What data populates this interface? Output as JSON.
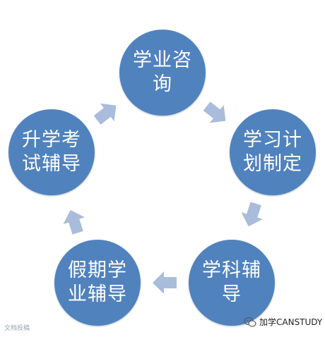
{
  "diagram": {
    "nodes": [
      {
        "id": "consult",
        "label": "学业咨询"
      },
      {
        "id": "plan",
        "label": "学习计划制定"
      },
      {
        "id": "subject",
        "label": "学科辅导"
      },
      {
        "id": "holiday",
        "label": "假期学业辅导"
      },
      {
        "id": "exam",
        "label": "升学考试辅导"
      }
    ],
    "edges": [
      {
        "from": "consult",
        "to": "plan"
      },
      {
        "from": "plan",
        "to": "subject"
      },
      {
        "from": "subject",
        "to": "holiday"
      },
      {
        "from": "holiday",
        "to": "exam"
      },
      {
        "from": "exam",
        "to": "consult"
      }
    ],
    "colors": {
      "node": "#5082be",
      "arrow": "#a9bcdb",
      "text": "#ffffff"
    }
  },
  "watermark": {
    "left_text": "文档投稿",
    "right_text": "加学CANSTUDY"
  }
}
